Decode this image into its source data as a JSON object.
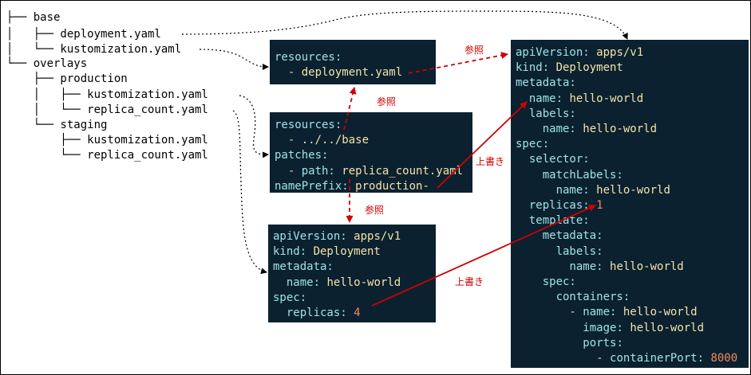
{
  "tree": [
    "├── base",
    "│   ├── deployment.yaml",
    "│   └── kustomization.yaml",
    "└── overlays",
    "    ├── production",
    "    │   ├── kustomization.yaml",
    "    │   └── replica_count.yaml",
    "    └── staging",
    "        ├── kustomization.yaml",
    "        └── replica_count.yaml"
  ],
  "base_kustomization": [
    [
      {
        "k": "resources:"
      }
    ],
    [
      {
        "t": "  - "
      },
      {
        "v": "deployment.yaml"
      }
    ]
  ],
  "prod_kustomization": [
    [
      {
        "k": "resources:"
      }
    ],
    [
      {
        "t": "  - "
      },
      {
        "v": "../../base"
      }
    ],
    [
      {
        "k": "patches:"
      }
    ],
    [
      {
        "t": "  - "
      },
      {
        "k": "path: "
      },
      {
        "v": "replica_count.yaml"
      }
    ],
    [
      {
        "k": "namePrefix: "
      },
      {
        "v": "production-"
      }
    ]
  ],
  "prod_replica": [
    [
      {
        "k": "apiVersion: "
      },
      {
        "v": "apps/v1"
      }
    ],
    [
      {
        "k": "kind: "
      },
      {
        "v": "Deployment"
      }
    ],
    [
      {
        "k": "metadata:"
      }
    ],
    [
      {
        "t": "  "
      },
      {
        "k": "name: "
      },
      {
        "v": "hello-world"
      }
    ],
    [
      {
        "k": "spec:"
      }
    ],
    [
      {
        "t": "  "
      },
      {
        "k": "replicas: "
      },
      {
        "n": "4"
      }
    ]
  ],
  "base_deployment": [
    [
      {
        "k": "apiVersion: "
      },
      {
        "v": "apps/v1"
      }
    ],
    [
      {
        "k": "kind: "
      },
      {
        "v": "Deployment"
      }
    ],
    [
      {
        "k": "metadata:"
      }
    ],
    [
      {
        "t": "  "
      },
      {
        "k": "name: "
      },
      {
        "v": "hello-world"
      }
    ],
    [
      {
        "t": "  "
      },
      {
        "k": "labels:"
      }
    ],
    [
      {
        "t": "    "
      },
      {
        "k": "name: "
      },
      {
        "v": "hello-world"
      }
    ],
    [
      {
        "k": "spec:"
      }
    ],
    [
      {
        "t": "  "
      },
      {
        "k": "selector:"
      }
    ],
    [
      {
        "t": "    "
      },
      {
        "k": "matchLabels:"
      }
    ],
    [
      {
        "t": "      "
      },
      {
        "k": "name: "
      },
      {
        "v": "hello-world"
      }
    ],
    [
      {
        "t": "  "
      },
      {
        "k": "replicas: "
      },
      {
        "n": "1"
      }
    ],
    [
      {
        "t": "  "
      },
      {
        "k": "template:"
      }
    ],
    [
      {
        "t": "    "
      },
      {
        "k": "metadata:"
      }
    ],
    [
      {
        "t": "      "
      },
      {
        "k": "labels:"
      }
    ],
    [
      {
        "t": "        "
      },
      {
        "k": "name: "
      },
      {
        "v": "hello-world"
      }
    ],
    [
      {
        "t": "    "
      },
      {
        "k": "spec:"
      }
    ],
    [
      {
        "t": "      "
      },
      {
        "k": "containers:"
      }
    ],
    [
      {
        "t": "        - "
      },
      {
        "k": "name: "
      },
      {
        "v": "hello-world"
      }
    ],
    [
      {
        "t": "          "
      },
      {
        "k": "image: "
      },
      {
        "v": "hello-world"
      }
    ],
    [
      {
        "t": "          "
      },
      {
        "k": "ports:"
      }
    ],
    [
      {
        "t": "            - "
      },
      {
        "k": "containerPort: "
      },
      {
        "n": "8000"
      }
    ]
  ],
  "annotations": {
    "ref1": "参照",
    "ref2": "参照",
    "ref3": "参照",
    "override1": "上書き",
    "override2": "上書き"
  },
  "colors": {
    "code_bg": "#0b2130",
    "key": "#9fe3e8",
    "value": "#f3e3a8",
    "number": "#f08a5d",
    "arrow_red": "#d00000"
  }
}
